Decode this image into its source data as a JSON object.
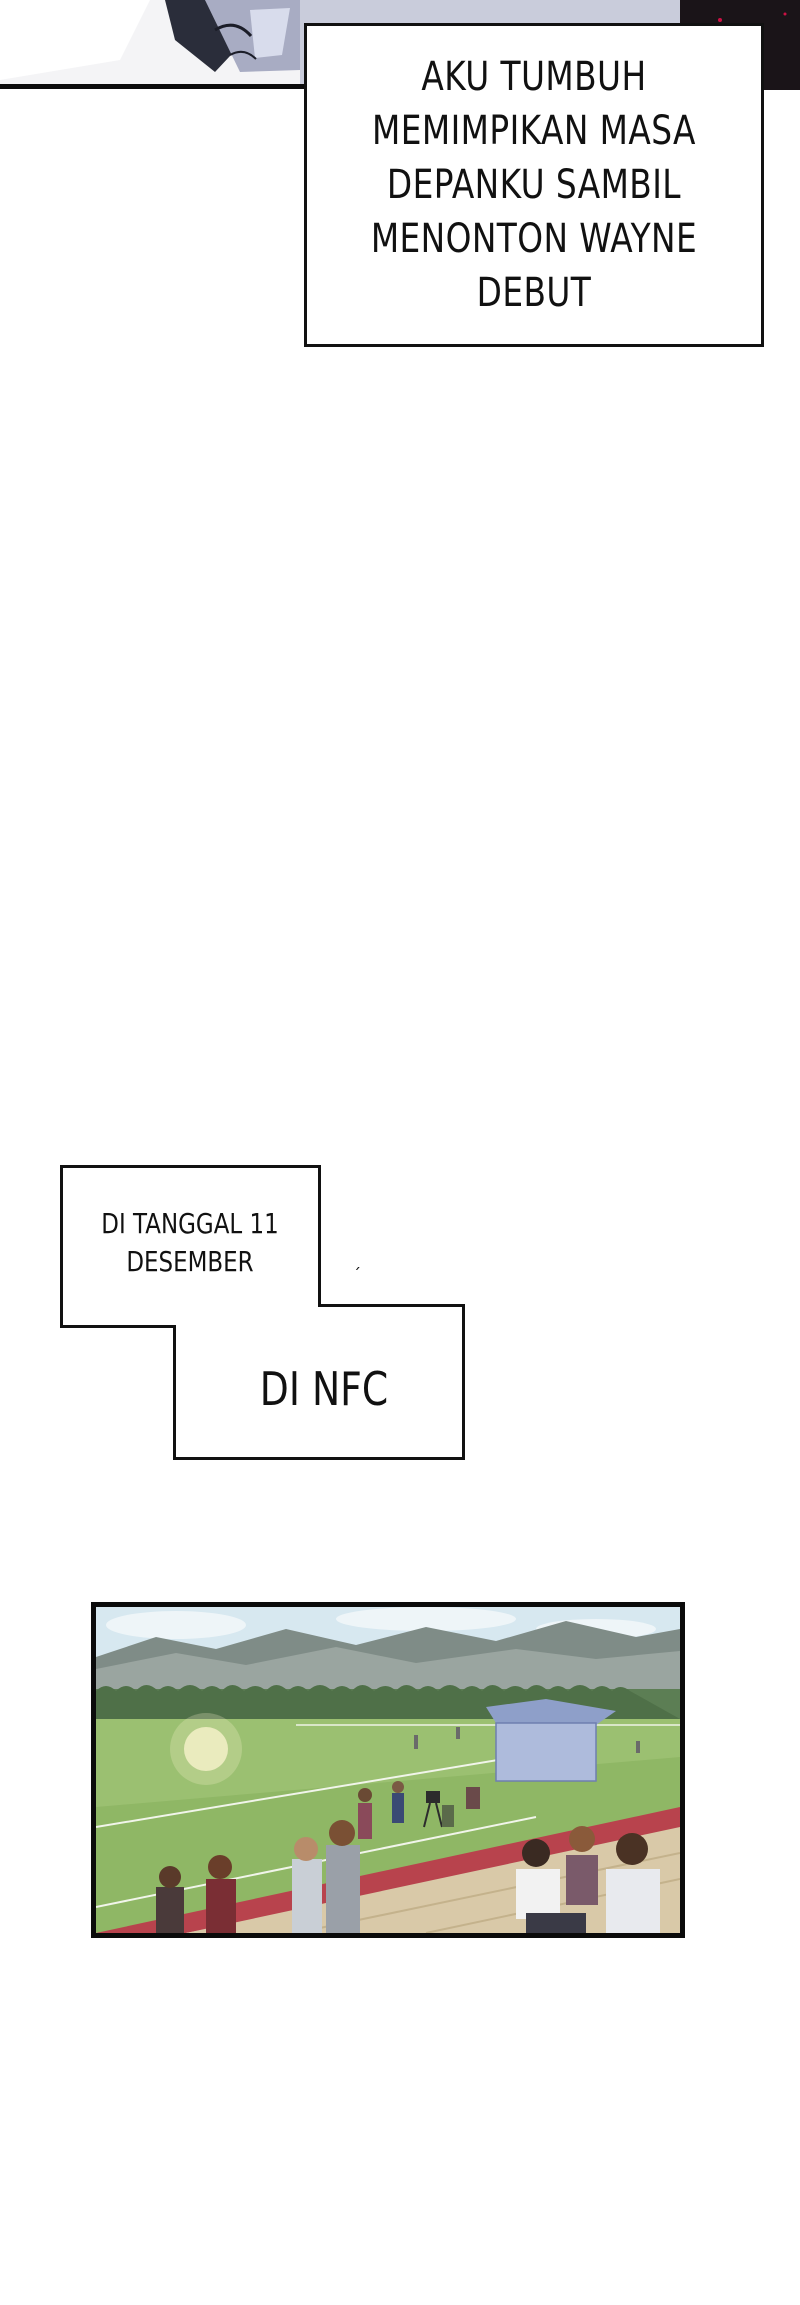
{
  "narration_top": {
    "lines": [
      "AKU TUMBUH",
      "MEMIMPIKAN MASA",
      "DEPANKU SAMBIL",
      "MENONTON WAYNE",
      "DEBUT"
    ]
  },
  "narration_middle": {
    "date_lines": [
      "DI TANGGAL 11",
      "DESEMBER"
    ],
    "place": "DI NFC"
  },
  "colors": {
    "ink": "#111111",
    "sky": "#cfe3ee",
    "grass": "#8fb765",
    "track": "#b8434d"
  }
}
